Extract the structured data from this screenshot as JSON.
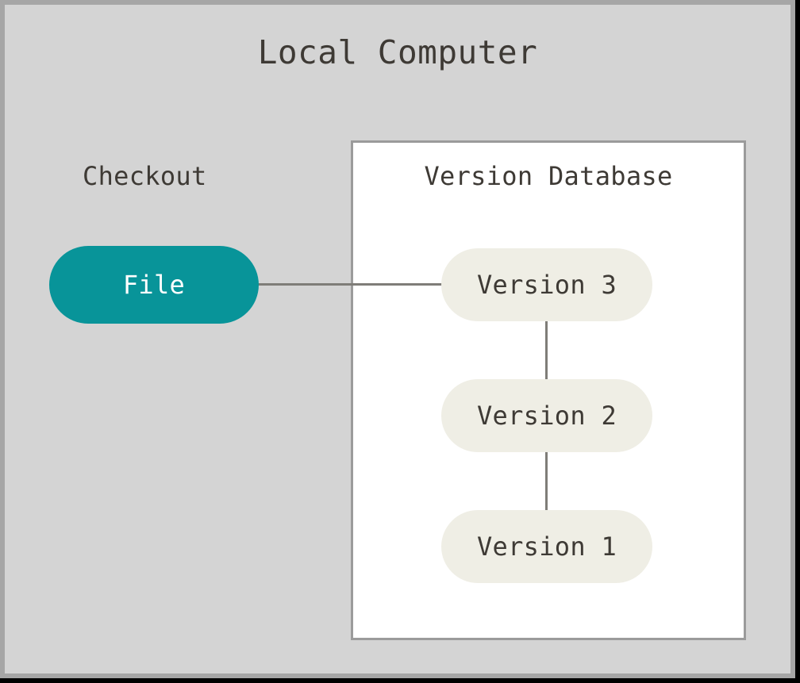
{
  "diagram": {
    "title": "Local Computer",
    "type": "version-control-checkout-diagram",
    "background_color": "#d4d4d4",
    "frame_color": "#a6a6a6",
    "connector_color": "#7f7d78"
  },
  "checkout": {
    "label": "Checkout",
    "node": {
      "label": "File",
      "fill_color": "#089499",
      "text_color": "#ffffff"
    }
  },
  "version_database": {
    "title": "Version Database",
    "background_color": "#ffffff",
    "border_color": "#9b9b9b",
    "nodes": [
      {
        "label": "Version 3",
        "fill_color": "#efeee5",
        "text_color": "#3e3a35"
      },
      {
        "label": "Version 2",
        "fill_color": "#efeee5",
        "text_color": "#3e3a35"
      },
      {
        "label": "Version 1",
        "fill_color": "#efeee5",
        "text_color": "#3e3a35"
      }
    ]
  },
  "edges": [
    {
      "from": "File",
      "to": "Version 3",
      "orientation": "horizontal"
    },
    {
      "from": "Version 3",
      "to": "Version 2",
      "orientation": "vertical"
    },
    {
      "from": "Version 2",
      "to": "Version 1",
      "orientation": "vertical"
    }
  ]
}
